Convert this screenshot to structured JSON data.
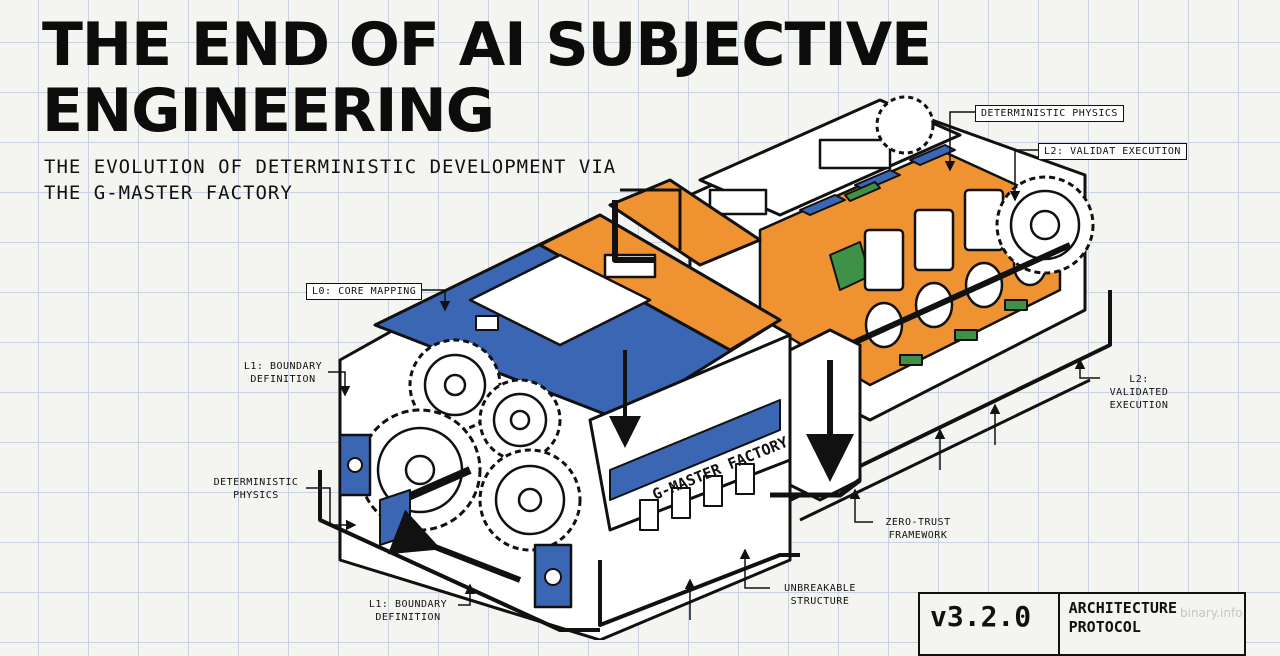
{
  "header": {
    "title": "THE END OF AI SUBJECTIVE ENGINEERING",
    "subtitle": "THE EVOLUTION OF DETERMINISTIC DEVELOPMENT VIA THE G-MASTER FACTORY"
  },
  "diagram": {
    "factory_label": "G-MASTER FACTORY",
    "colors": {
      "blue": "#3b66b4",
      "orange": "#ee9232",
      "green": "#3f9148",
      "ink": "#111111",
      "paper": "#ffffff"
    },
    "labels": {
      "deterministic_physics_top": "DETERMINISTIC PHYSICS",
      "l2_validat_execution": "L2: VALIDAT EXECUTION",
      "l0_core_mapping": "L0: CORE MAPPING",
      "l1_boundary_definition_left": "L1: BOUNDARY DEFINITION",
      "l2_validated_execution_right": "L2: VALIDATED EXECUTION",
      "deterministic_physics_left": "DETERMINISTIC PHYSICS",
      "zero_trust_framework": "ZERO-TRUST FRAMEWORK",
      "unbreakable_structure": "UNBREAKABLE STRUCTURE",
      "l1_boundary_definition_bottom": "L1: BOUNDARY DEFINITION"
    }
  },
  "badge": {
    "version": "v3.2.0",
    "text": "ARCHITECTURE PROTOCOL"
  },
  "watermark": "binary.info"
}
